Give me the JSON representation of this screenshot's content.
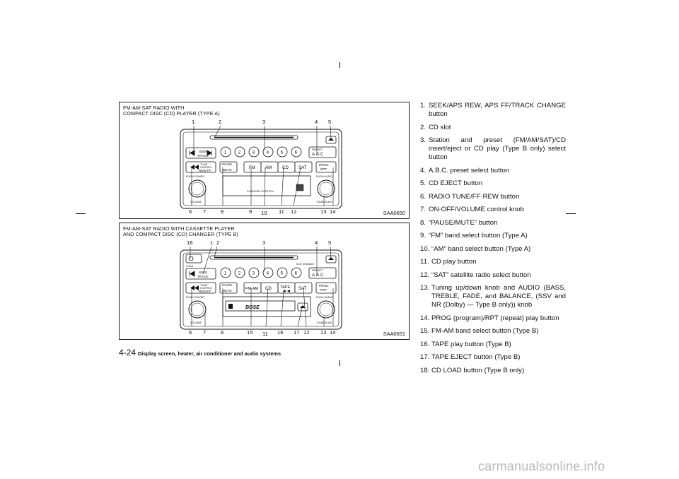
{
  "figure_a": {
    "title_lines": [
      "FM-AM-SAT RADIO WITH",
      "COMPACT DISC (CD) PLAYER (TYPE A)"
    ],
    "code": "SAA0650",
    "callouts_top": [
      "1",
      "2",
      "3",
      "4",
      "5"
    ],
    "callouts_bottom": [
      "6",
      "7",
      "8",
      "9",
      "10",
      "11",
      "12",
      "13",
      "14"
    ],
    "labels": {
      "seek": "SEEK",
      "track": "TRACK",
      "tune": "TUNE",
      "control": "CONTROL",
      "ffrew": "REW FF",
      "push_power": "PUSH POWER",
      "volume": "VOLUME",
      "pause": "PAUSE",
      "mute": "MUTE",
      "mute_sub": "(MUTE)",
      "presets": [
        "1",
        "2",
        "3",
        "4",
        "5",
        "6"
      ],
      "preset": "PRESET",
      "abc": "A·B·C",
      "fm": "FM",
      "am": "AM",
      "cd": "CD",
      "sat": "SAT",
      "prog": "PROG",
      "rpt": "RPT",
      "push_audio": "PUSH AUDIO",
      "changer": "CHANGER",
      "changer_control": "CONTROL",
      "tune_scan": "TUNE/SCAN"
    }
  },
  "figure_b": {
    "title_lines": [
      "FM-AM-SAT RADIO WITH CASSETTE PLAYER",
      "AND COMPACT DISC (CD) CHANGER (TYPE B)"
    ],
    "code": "SAA0651",
    "callouts_top": [
      "18",
      "1",
      "2",
      "3",
      "4",
      "5"
    ],
    "callouts_bottom": [
      "6",
      "7",
      "8",
      "15",
      "11",
      "16",
      "17",
      "12",
      "13",
      "14"
    ],
    "labels": {
      "load": "LOAD",
      "cd_change": "6CD CHANGE",
      "seek": "SEEK",
      "track": "TRACK",
      "tune": "TUNE",
      "control": "CONTROL",
      "ffrew": "REW FF",
      "push_power": "PUSH POWER",
      "volume": "VOLUME",
      "pause": "PAUSE",
      "mute": "MUTE",
      "mute_sub": "(MUTE)",
      "presets": [
        "1",
        "2",
        "3",
        "4",
        "5",
        "6"
      ],
      "preset": "PRESET",
      "abc": "A·B·C",
      "fmam": "FM·AM",
      "cd": "CD",
      "tape": "TAPE",
      "sat": "SAT",
      "prog": "PROG",
      "rpt": "RPT",
      "push_audio": "PUSH AUDIO",
      "bose": "BOSE",
      "tune_scan": "TUNE/SCAN"
    }
  },
  "footer": {
    "page_number": "4-24",
    "section_title": "Display screen, heater, air conditioner and audio systems"
  },
  "legend": [
    {
      "num": "1.",
      "text": "SEEK/APS REW, APS FF/TRACK CHANGE button"
    },
    {
      "num": "2.",
      "text": "CD slot"
    },
    {
      "num": "3.",
      "text": "Station and preset (FM/AM/SAT)/CD insert/eject or CD play (Type B only) select button"
    },
    {
      "num": "4.",
      "text": "A.B.C. preset select button"
    },
    {
      "num": "5.",
      "text": "CD EJECT button"
    },
    {
      "num": "6.",
      "text": "RADIO TUNE/FF·REW button"
    },
    {
      "num": "7.",
      "text": "ON·OFF/VOLUME control knob"
    },
    {
      "num": "8.",
      "text": "“PAUSE/MUTE” button"
    },
    {
      "num": "9.",
      "text": "“FM” band select button (Type A)"
    },
    {
      "num": "10.",
      "text": "“AM” band select button (Type A)"
    },
    {
      "num": "11.",
      "text": "CD play button"
    },
    {
      "num": "12.",
      "text": "“SAT” satellite radio select button"
    },
    {
      "num": "13.",
      "text": "Tuning up/down knob and AUDIO (BASS, TREBLE, FADE, and BALANCE, (SSV and NR (Dolby) — Type B only)) knob"
    },
    {
      "num": "14.",
      "text": "PROG (program)/RPT (repeat) play button"
    },
    {
      "num": "15.",
      "text": "FM-AM band select button (Type B)"
    },
    {
      "num": "16.",
      "text": "TAPE play button (Type B)"
    },
    {
      "num": "17.",
      "text": "TAPE EJECT button (Type B)"
    },
    {
      "num": "18.",
      "text": "CD LOAD button (Type B only)"
    }
  ],
  "watermark": "carmanualsonline.info"
}
